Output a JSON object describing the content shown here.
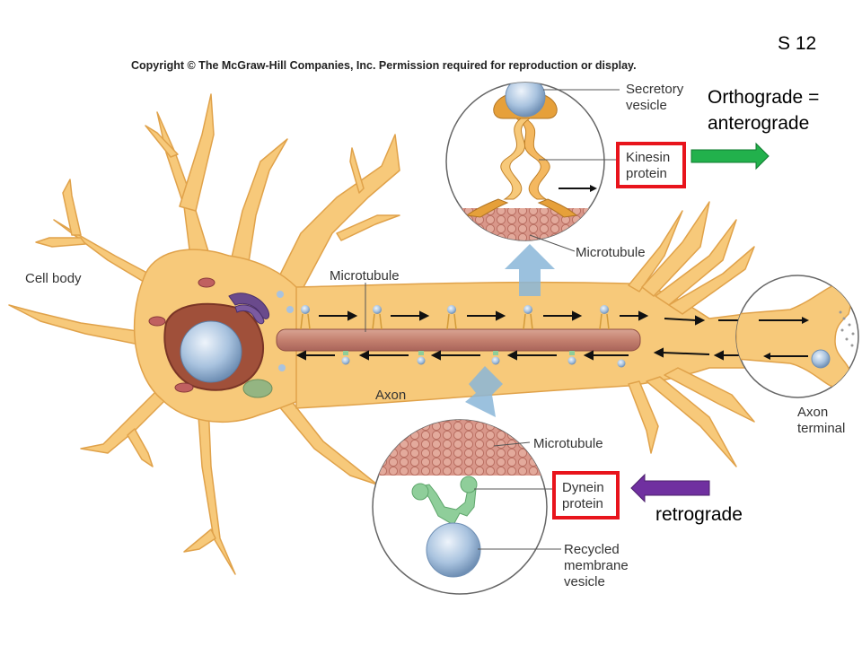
{
  "slide": {
    "number": "S 12",
    "copyright": "Copyright © The McGraw-Hill Companies, Inc. Permission required for reproduction or display."
  },
  "labels": {
    "cell_body": "Cell body",
    "microtubule_axon": "Microtubule",
    "axon": "Axon",
    "axon_terminal_1": "Axon",
    "axon_terminal_2": "terminal",
    "secretory_1": "Secretory",
    "secretory_2": "vesicle",
    "kinesin_1": "Kinesin",
    "kinesin_2": "protein",
    "microtubule_top": "Microtubule",
    "microtubule_bottom": "Microtubule",
    "dynein_1": "Dynein",
    "dynein_2": "protein",
    "recycled_1": "Recycled",
    "recycled_2": "membrane",
    "recycled_3": "vesicle"
  },
  "annotations": {
    "orthograde_1": "Orthograde =",
    "orthograde_2": "anterograde",
    "retrograde": "retrograde"
  },
  "colors": {
    "neuron": "#f7c97a",
    "neuron_edge": "#e0a24a",
    "microtubule": "#c98a7a",
    "vesicle": "#a9c3df",
    "dynein": "#8fce9a",
    "highlight_box": "#e8141c",
    "anterograde_arrow": "#22b14c",
    "retrograde_arrow": "#7030a0"
  }
}
